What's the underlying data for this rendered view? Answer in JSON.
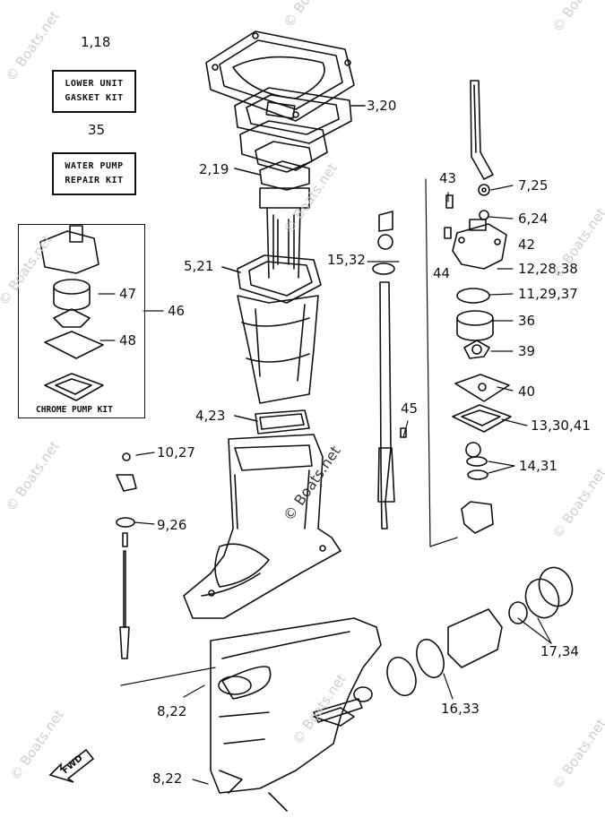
{
  "kits": {
    "gasket": {
      "number": "1,18",
      "line1": "LOWER UNIT",
      "line2": "GASKET KIT"
    },
    "water_pump": {
      "number": "35",
      "line1": "WATER PUMP",
      "line2": "REPAIR KIT"
    },
    "chrome_pump": {
      "caption": "CHROME PUMP KIT",
      "number": "46"
    }
  },
  "labels": {
    "l3_20": "3,20",
    "l2_19": "2,19",
    "l5_21": "5,21",
    "l4_23": "4,23",
    "l10_27": "10,27",
    "l9_26": "9,26",
    "l8_22a": "8,22",
    "l8_22b": "8,22",
    "l47": "47",
    "l48": "48",
    "l15_32": "15,32",
    "l43": "43",
    "l44": "44",
    "l42": "42",
    "l7_25": "7,25",
    "l6_24": "6,24",
    "l12_28_38": "12,28,38",
    "l11_29_37": "11,29,37",
    "l36": "36",
    "l39": "39",
    "l40": "40",
    "l13_30_41": "13,30,41",
    "l14_31": "14,31",
    "l45": "45",
    "l17_34": "17,34",
    "l16_33": "16,33"
  },
  "fwd": "FWD",
  "watermarks": {
    "w1": "© Boats.net",
    "w2": "© Boats.net",
    "w3": "© Boats.net",
    "w4": "© Boats.net",
    "w5": "© Boats.net",
    "w6": "© Boats.net",
    "w7": "© Boats.net",
    "w8": "© Boats.net",
    "w9": "© Boats.net",
    "w10": "© Boats.net",
    "w11": "© Boats.net",
    "w12": "© Boats.net"
  }
}
